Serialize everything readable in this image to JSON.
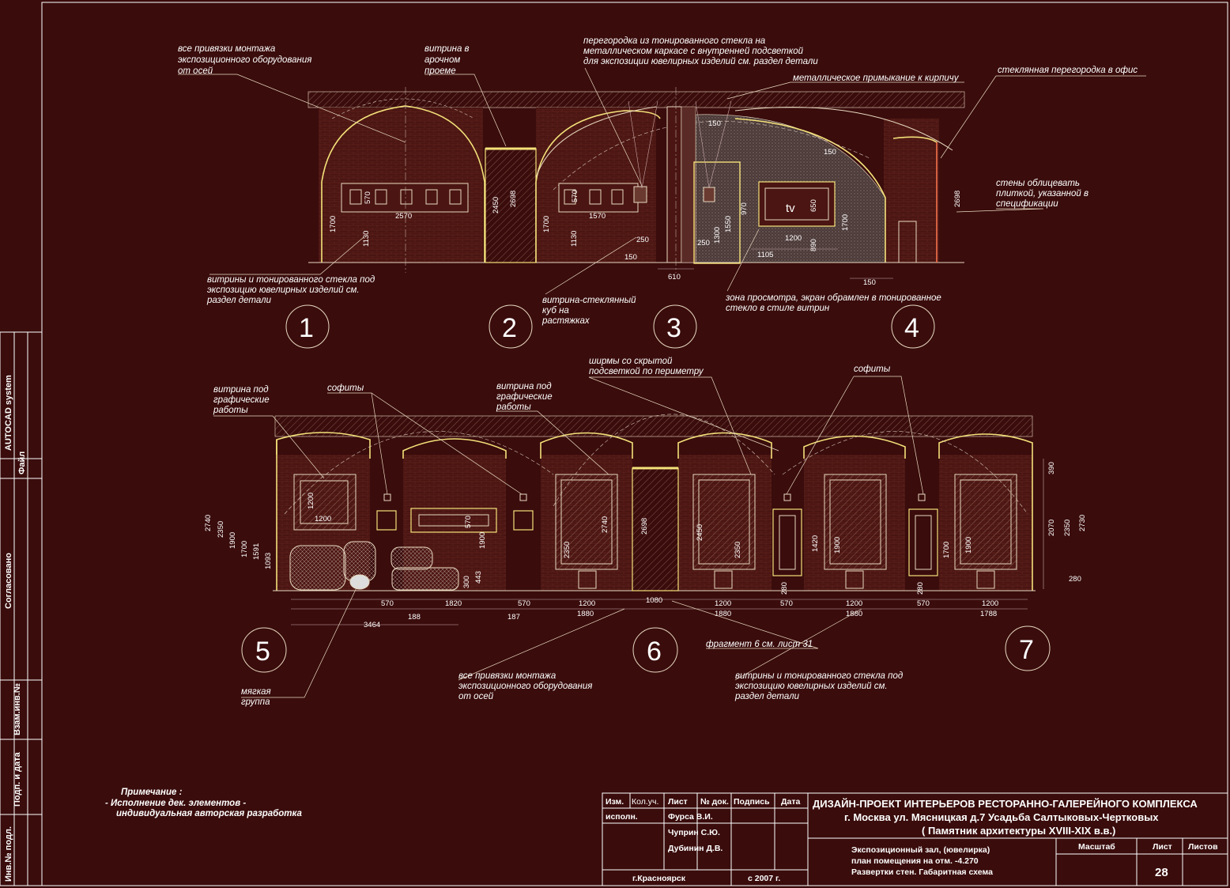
{
  "sheet": {
    "notes_top": {
      "n1": [
        "все привязки монтажа",
        "экспозиционного оборудования",
        "от осей"
      ],
      "n2": [
        "витрина в",
        "арочном",
        "проеме"
      ],
      "n3": [
        "перегородка из тонированного стекла на",
        "металлическом каркасе с внутренней подсветкой",
        "для экспозиции ювелирных изделий см. раздел детали"
      ],
      "n4": "металлическое примыкание к кирпичу",
      "n5": "стеклянная перегородка в офис",
      "n6": [
        "стены облицевать",
        "плиткой, указанной в",
        "спецификации"
      ],
      "n7": [
        "витрины и тонированного стекла под",
        "экспозицию ювелирных изделий см.",
        "раздел детали"
      ],
      "n8": [
        "витрина-стеклянный",
        "куб на",
        "растяжках"
      ],
      "n9": [
        "зона просмотра, экран обрамлен в тонированное",
        "стекло в стиле витрин"
      ]
    },
    "notes_bottom": {
      "n1": [
        "витрина под",
        "графические",
        "работы"
      ],
      "n2": "софиты",
      "n3": [
        "витрина под",
        "графические",
        "работы"
      ],
      "n4": [
        "ширмы со скрытой",
        "подсветкой по периметру"
      ],
      "n5": "софиты",
      "n6": "фрагмент 6 см. лист 31",
      "n7": [
        "все привязки монтажа",
        "экспозиционного оборудования",
        "от осей"
      ],
      "n8": [
        "мягкая",
        "группа"
      ],
      "n9": [
        "витрины и тонированного стекла под",
        "экспозицию ювелирных изделий см.",
        "раздел детали"
      ]
    },
    "axes_top": [
      "1",
      "2",
      "3",
      "4"
    ],
    "axes_bottom": [
      "5",
      "6",
      "7"
    ],
    "dims_top": {
      "d2570": "2570",
      "d570a": "570",
      "d1700a": "1700",
      "d1130a": "1130",
      "d2450": "2450",
      "d2698a": "2698",
      "d1700b": "1700",
      "d1130b": "1130",
      "d1570": "1570",
      "d570b": "570",
      "d250a": "250",
      "d150a": "150",
      "d610": "610",
      "d150b": "150",
      "d150c": "150",
      "d250b": "250",
      "d1300": "1300",
      "d1550": "1550",
      "d970": "970",
      "d650": "650",
      "d1200": "1200",
      "d1700c": "1700",
      "d890": "890",
      "d1105": "1105",
      "d150d": "150",
      "d2698b": "2698",
      "tv": "tv"
    },
    "dims_bottom": {
      "d2740a": "2740",
      "d2350a": "2350",
      "d1900a": "1900",
      "d1700a": "1700",
      "d1591": "1591",
      "d1093": "1093",
      "d1200a": "1200",
      "d1200b": "1200",
      "d570a": "570",
      "d1900b": "1900",
      "d300": "300",
      "d443": "443",
      "d570b": "570",
      "d188": "188",
      "d1820": "1820",
      "d570c": "570",
      "d187": "187",
      "d3464": "3464",
      "d2350b": "2350",
      "d2740b": "2740",
      "d2698": "2698",
      "d1200c": "1200",
      "d1880a": "1880",
      "d1080": "1080",
      "d2450": "2450",
      "d2350c": "2350",
      "d1200d": "1200",
      "d1880b": "1880",
      "d280a": "280",
      "d570d": "570",
      "d1420": "1420",
      "d1900c": "1900",
      "d1200e": "1200",
      "d1880c": "1880",
      "d280b": "280",
      "d570e": "570",
      "d1700b": "1700",
      "d1900d": "1900",
      "d1200f": "1200",
      "d1788": "1788",
      "d390": "390",
      "d2070": "2070",
      "d2350d": "2350",
      "d2730": "2730",
      "d280c": "280"
    },
    "primechanie": {
      "head": "Примечание :",
      "l1": "- Исполнение дек. элементов  -",
      "l2": "индивидуальная авторская разработка"
    },
    "side_stamp": {
      "autocad": "AUTOCAD system",
      "fail": "Файл",
      "soglas": "Согласовано",
      "vzam": "Взам.инв.№",
      "podp": "Подп. и дата",
      "inv": "Инв.№ подл."
    },
    "title_block": {
      "h_izm": "Изм.",
      "h_kol": "Кол.уч.",
      "h_list": "Лист",
      "h_ndok": "№ док.",
      "h_podp": "Подпись",
      "h_data": "Дата",
      "ispoln": "исполн.",
      "p1": "Фурса В.И.",
      "p2": "Чуприн С.Ю.",
      "p3": "Дубинин Д.В.",
      "city": "г.Красноярск",
      "copy": "с   2007 г.",
      "t1": "ДИЗАЙН-ПРОЕКТ ИНТЕРЬЕРОВ РЕСТОРАННО-ГАЛЕРЕЙНОГО КОМПЛЕКСА",
      "t2": "г. Москва ул. Мясницкая д.7   Усадьба Салтыковых-Чертковых",
      "t3": "( Памятник архитектуры XVIII-XIX в.в.)",
      "s1": "Экспозиционный зал, (ювелирка)",
      "s2": "план помещения на отм. -4.270",
      "s3": "Развертки стен. Габаритная схема",
      "h_masht": "Масштаб",
      "h_sheet": "Лист",
      "h_sheets": "Листов",
      "sheet_no": "28"
    }
  }
}
